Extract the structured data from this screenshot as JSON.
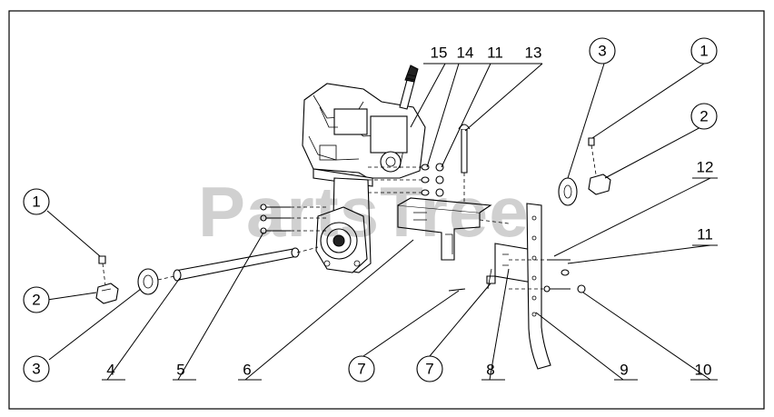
{
  "diagram": {
    "watermark": "PartsTree",
    "callouts": [
      "1",
      "2",
      "3",
      "4",
      "5",
      "6",
      "7",
      "7",
      "8",
      "9",
      "10",
      "11",
      "12",
      "13",
      "15",
      "14",
      "11",
      "3",
      "1",
      "2"
    ]
  }
}
